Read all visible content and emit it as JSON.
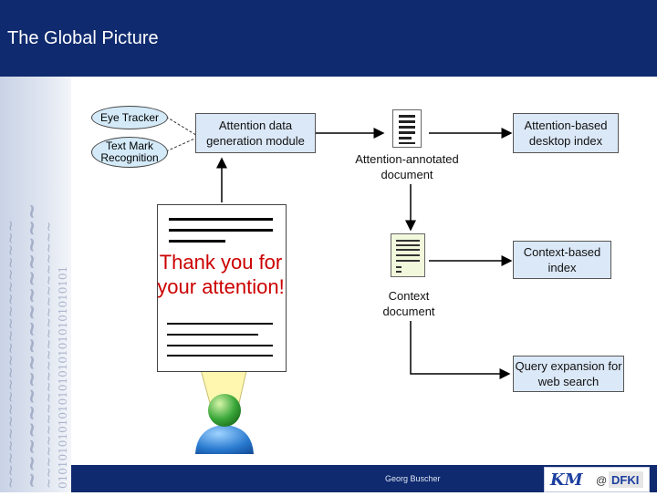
{
  "slide": {
    "title": "The Global Picture",
    "credit": "Georg Buscher",
    "logo": "KM @ DFKI"
  },
  "diagram": {
    "eye_tracker": "Eye Tracker",
    "text_mark": "Text Mark Recognition",
    "attention_module": "Attention data generation module",
    "annotated_doc": "Attention-annotated document",
    "desktop_index": "Attention-based desktop index",
    "context_index": "Context-based index",
    "context_doc": "Context document",
    "query_expansion": "Query expansion for web search",
    "thanks": "Thank you for your attention!"
  },
  "colors": {
    "header": "#0f2a6e",
    "box_fill": "#dbe8f7",
    "ellipse_fill": "#d4eaf8",
    "thanks_text": "#cc0000"
  },
  "icons": [
    "document-icon",
    "user-icon",
    "arrow-icon"
  ]
}
